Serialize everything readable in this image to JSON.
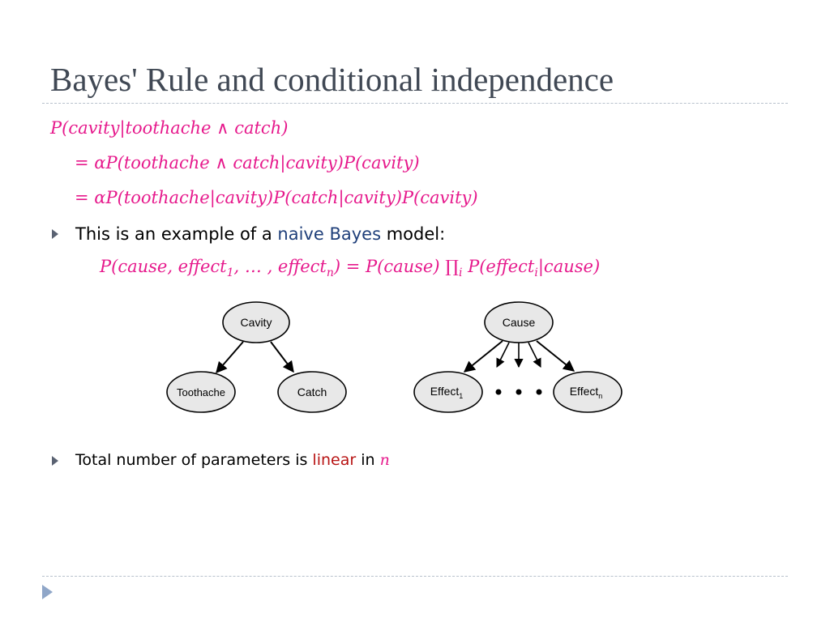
{
  "slide": {
    "title": "Bayes' Rule and conditional independence",
    "equations": {
      "line1": "P(cavity|toothache ∧ catch)",
      "line2": "= αP(toothache ∧ catch|cavity)P(cavity)",
      "line3": "= αP(toothache|cavity)P(catch|cavity)P(cavity)"
    },
    "bullets": [
      {
        "prefix": "This is an example of a ",
        "highlight": "naive Bayes",
        "suffix": " model:"
      },
      {
        "prefix": "Total number of parameters is ",
        "highlight": "linear",
        "middle": " in ",
        "math": "n"
      }
    ],
    "naive_bayes_formula": {
      "lhs_a": "P(cause, effect",
      "sub1": "1",
      "lhs_b": ", … , effect",
      "subn": "n",
      "lhs_c": ") =  P(cause) ",
      "prod": "∏",
      "prod_sub": "i",
      "rhs_a": " P(effect",
      "rhs_sub": "i",
      "rhs_b": "|cause)"
    },
    "diagram_left": {
      "parent": "Cavity",
      "children": [
        "Toothache",
        "Catch"
      ]
    },
    "diagram_right": {
      "parent": "Cause",
      "child_first": "Effect",
      "child_first_sub": "1",
      "child_last": "Effect",
      "child_last_sub": "n"
    }
  },
  "colors": {
    "title": "#404854",
    "math": "#e6198c",
    "highlight_blue": "#1f3f7a",
    "highlight_red": "#b81414",
    "rule": "#b7c0cc",
    "nav": "#8fa6c8"
  },
  "icons": {
    "bullet": "triangle-right-icon",
    "nav": "play-arrow-icon"
  }
}
